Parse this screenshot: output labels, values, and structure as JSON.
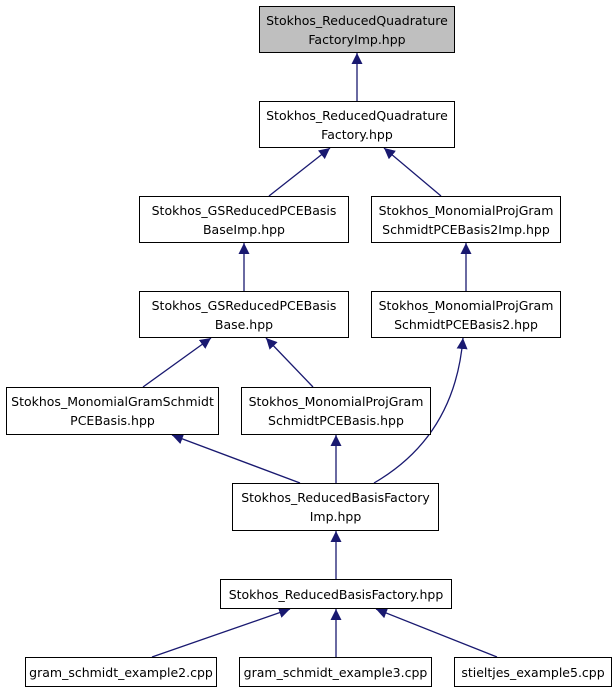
{
  "colors": {
    "edge": "#191970",
    "node_border": "#000000",
    "current_node_fill": "#bfbfbf",
    "node_fill": "#ffffff"
  },
  "nodes": {
    "n0": {
      "lines": [
        "Stokhos_ReducedQuadrature",
        "FactoryImp.hpp"
      ]
    },
    "n1": {
      "lines": [
        "Stokhos_ReducedQuadrature",
        "Factory.hpp"
      ]
    },
    "n2": {
      "lines": [
        "Stokhos_GSReducedPCEBasis",
        "BaseImp.hpp"
      ]
    },
    "n3": {
      "lines": [
        "Stokhos_MonomialProjGram",
        "SchmidtPCEBasis2Imp.hpp"
      ]
    },
    "n4": {
      "lines": [
        "Stokhos_GSReducedPCEBasis",
        "Base.hpp"
      ]
    },
    "n5": {
      "lines": [
        "Stokhos_MonomialProjGram",
        "SchmidtPCEBasis2.hpp"
      ]
    },
    "n6": {
      "lines": [
        "Stokhos_MonomialGramSchmidt",
        "PCEBasis.hpp"
      ]
    },
    "n7": {
      "lines": [
        "Stokhos_MonomialProjGram",
        "SchmidtPCEBasis.hpp"
      ]
    },
    "n8": {
      "lines": [
        "Stokhos_ReducedBasisFactory",
        "Imp.hpp"
      ]
    },
    "n9": {
      "lines": [
        "Stokhos_ReducedBasisFactory.hpp"
      ]
    },
    "n10": {
      "lines": [
        "gram_schmidt_example2.cpp"
      ]
    },
    "n11": {
      "lines": [
        "gram_schmidt_example3.cpp"
      ]
    },
    "n12": {
      "lines": [
        "stieltjes_example5.cpp"
      ]
    }
  }
}
